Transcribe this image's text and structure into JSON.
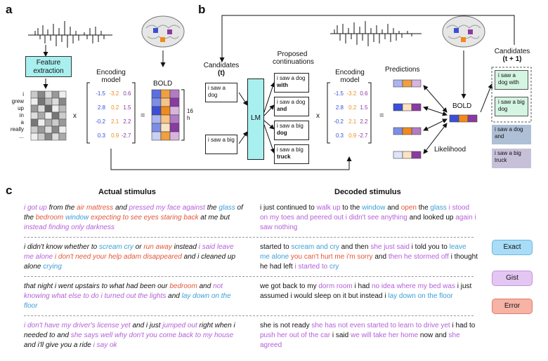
{
  "panels": {
    "a": "a",
    "b": "b",
    "c": "c"
  },
  "panel_a": {
    "feature_extraction": "Feature extraction",
    "encoding_model": "Encoding model",
    "bold": "BOLD",
    "words": [
      "i",
      "grew",
      "up",
      "in",
      "a",
      "really",
      "..."
    ],
    "times": "x",
    "equals": "=",
    "hours": "16",
    "hours_unit": "h",
    "matrix": [
      [
        "-1.5",
        "-3.2",
        "0.6"
      ],
      [
        "2.8",
        "0.2",
        "1.5"
      ],
      [
        "-0.2",
        "2.1",
        "2.2"
      ],
      [
        "0.3",
        "0.9",
        "-2.7"
      ]
    ]
  },
  "panel_b": {
    "candidates": "Candidates",
    "candidates_t": "(t)",
    "cand1": "i saw a dog",
    "cand2": "i saw a big",
    "lm": "LM",
    "proposed": "Proposed continuations",
    "cont": [
      {
        "prefix": "i saw a dog",
        "word": "with"
      },
      {
        "prefix": "i saw a dog",
        "word": "and"
      },
      {
        "prefix": "i saw a big",
        "word": "dog"
      },
      {
        "prefix": "i saw a big",
        "word": "truck"
      }
    ],
    "encoding_model": "Encoding model",
    "times": "x",
    "equals": "=",
    "predictions": "Predictions",
    "bold": "BOLD",
    "likelihood": "Likelihood",
    "candidates_next": "Candidates",
    "candidates_next_t": "(t + 1)",
    "next": [
      "i saw a dog with",
      "i saw a big dog",
      "i saw a dog and",
      "i saw a big truck"
    ]
  },
  "panel_c": {
    "actual_head": "Actual stimulus",
    "decoded_head": "Decoded stimulus",
    "legend": {
      "exact": "Exact",
      "gist": "Gist",
      "error": "Error"
    },
    "colors": {
      "exact": "#3b9fd6",
      "gist": "#b45fd8",
      "error": "#e2563a",
      "plain": "#111111"
    },
    "rows": [
      {
        "actual": [
          [
            "gist",
            "i got up"
          ],
          [
            "plain",
            " from the "
          ],
          [
            "error",
            "air mattress"
          ],
          [
            "plain",
            " and "
          ],
          [
            "gist",
            "pressed my face against"
          ],
          [
            "plain",
            " the "
          ],
          [
            "exact",
            "glass"
          ],
          [
            "plain",
            " of the "
          ],
          [
            "error",
            "bedroom"
          ],
          [
            "plain",
            " "
          ],
          [
            "exact",
            "window"
          ],
          [
            "plain",
            " "
          ],
          [
            "error",
            "expecting to see eyes staring back"
          ],
          [
            "plain",
            " at me but "
          ],
          [
            "gist",
            "instead finding only darkness"
          ]
        ],
        "decoded": [
          [
            "plain",
            "i just continued to "
          ],
          [
            "gist",
            "walk up"
          ],
          [
            "plain",
            " to the "
          ],
          [
            "exact",
            "window"
          ],
          [
            "plain",
            " and "
          ],
          [
            "error",
            "open"
          ],
          [
            "plain",
            " the "
          ],
          [
            "exact",
            "glass"
          ],
          [
            "plain",
            " "
          ],
          [
            "gist",
            "i stood on my toes and peered out i didn't see anything"
          ],
          [
            "plain",
            " and looked up "
          ],
          [
            "gist",
            "again i saw nothing"
          ]
        ]
      },
      {
        "actual": [
          [
            "plain",
            "i didn't know whether to "
          ],
          [
            "exact",
            "scream cry"
          ],
          [
            "plain",
            " or "
          ],
          [
            "error",
            "run away"
          ],
          [
            "plain",
            " instead "
          ],
          [
            "gist",
            "i said leave me alone"
          ],
          [
            "plain",
            " "
          ],
          [
            "error",
            "i don't need your help adam disappeared"
          ],
          [
            "plain",
            " and i cleaned up alone "
          ],
          [
            "exact",
            "crying"
          ]
        ],
        "decoded": [
          [
            "plain",
            "started to "
          ],
          [
            "exact",
            "scream and cry"
          ],
          [
            "plain",
            " and then "
          ],
          [
            "gist",
            "she just said"
          ],
          [
            "plain",
            " i told you to "
          ],
          [
            "exact",
            "leave me alone"
          ],
          [
            "plain",
            " "
          ],
          [
            "error",
            "you can't hurt me i'm sorry"
          ],
          [
            "plain",
            " and "
          ],
          [
            "gist",
            "then he stormed off"
          ],
          [
            "plain",
            " i thought he had left "
          ],
          [
            "gist",
            "i started to"
          ],
          [
            "plain",
            " "
          ],
          [
            "exact",
            "cry"
          ]
        ]
      },
      {
        "actual": [
          [
            "plain",
            "that night i went upstairs to what had been our "
          ],
          [
            "error",
            "bedroom"
          ],
          [
            "plain",
            " and "
          ],
          [
            "gist",
            "not knowing what else to do i turned out the lights"
          ],
          [
            "plain",
            " and "
          ],
          [
            "exact",
            "lay down on the floor"
          ]
        ],
        "decoded": [
          [
            "plain",
            "we got back to my "
          ],
          [
            "gist",
            "dorm room"
          ],
          [
            "plain",
            " i had "
          ],
          [
            "gist",
            "no idea where my bed was"
          ],
          [
            "plain",
            " i just assumed i would sleep on it but instead i "
          ],
          [
            "exact",
            "lay down on the floor"
          ]
        ]
      },
      {
        "actual": [
          [
            "gist",
            "i don't have my driver's license yet"
          ],
          [
            "plain",
            " and i just "
          ],
          [
            "gist",
            "jumped out"
          ],
          [
            "plain",
            " right when i needed to and "
          ],
          [
            "gist",
            "she says well why don't you come back to my house"
          ],
          [
            "plain",
            " and i'll give you a ride "
          ],
          [
            "gist",
            "i say ok"
          ]
        ],
        "decoded": [
          [
            "plain",
            "she is not ready "
          ],
          [
            "gist",
            "she has not even started to learn to drive yet"
          ],
          [
            "plain",
            " i had to "
          ],
          [
            "gist",
            "push her out of the car"
          ],
          [
            "plain",
            " i said "
          ],
          [
            "gist",
            "we will take her home"
          ],
          [
            "plain",
            " now and "
          ],
          [
            "gist",
            "she agreed"
          ]
        ]
      }
    ]
  }
}
